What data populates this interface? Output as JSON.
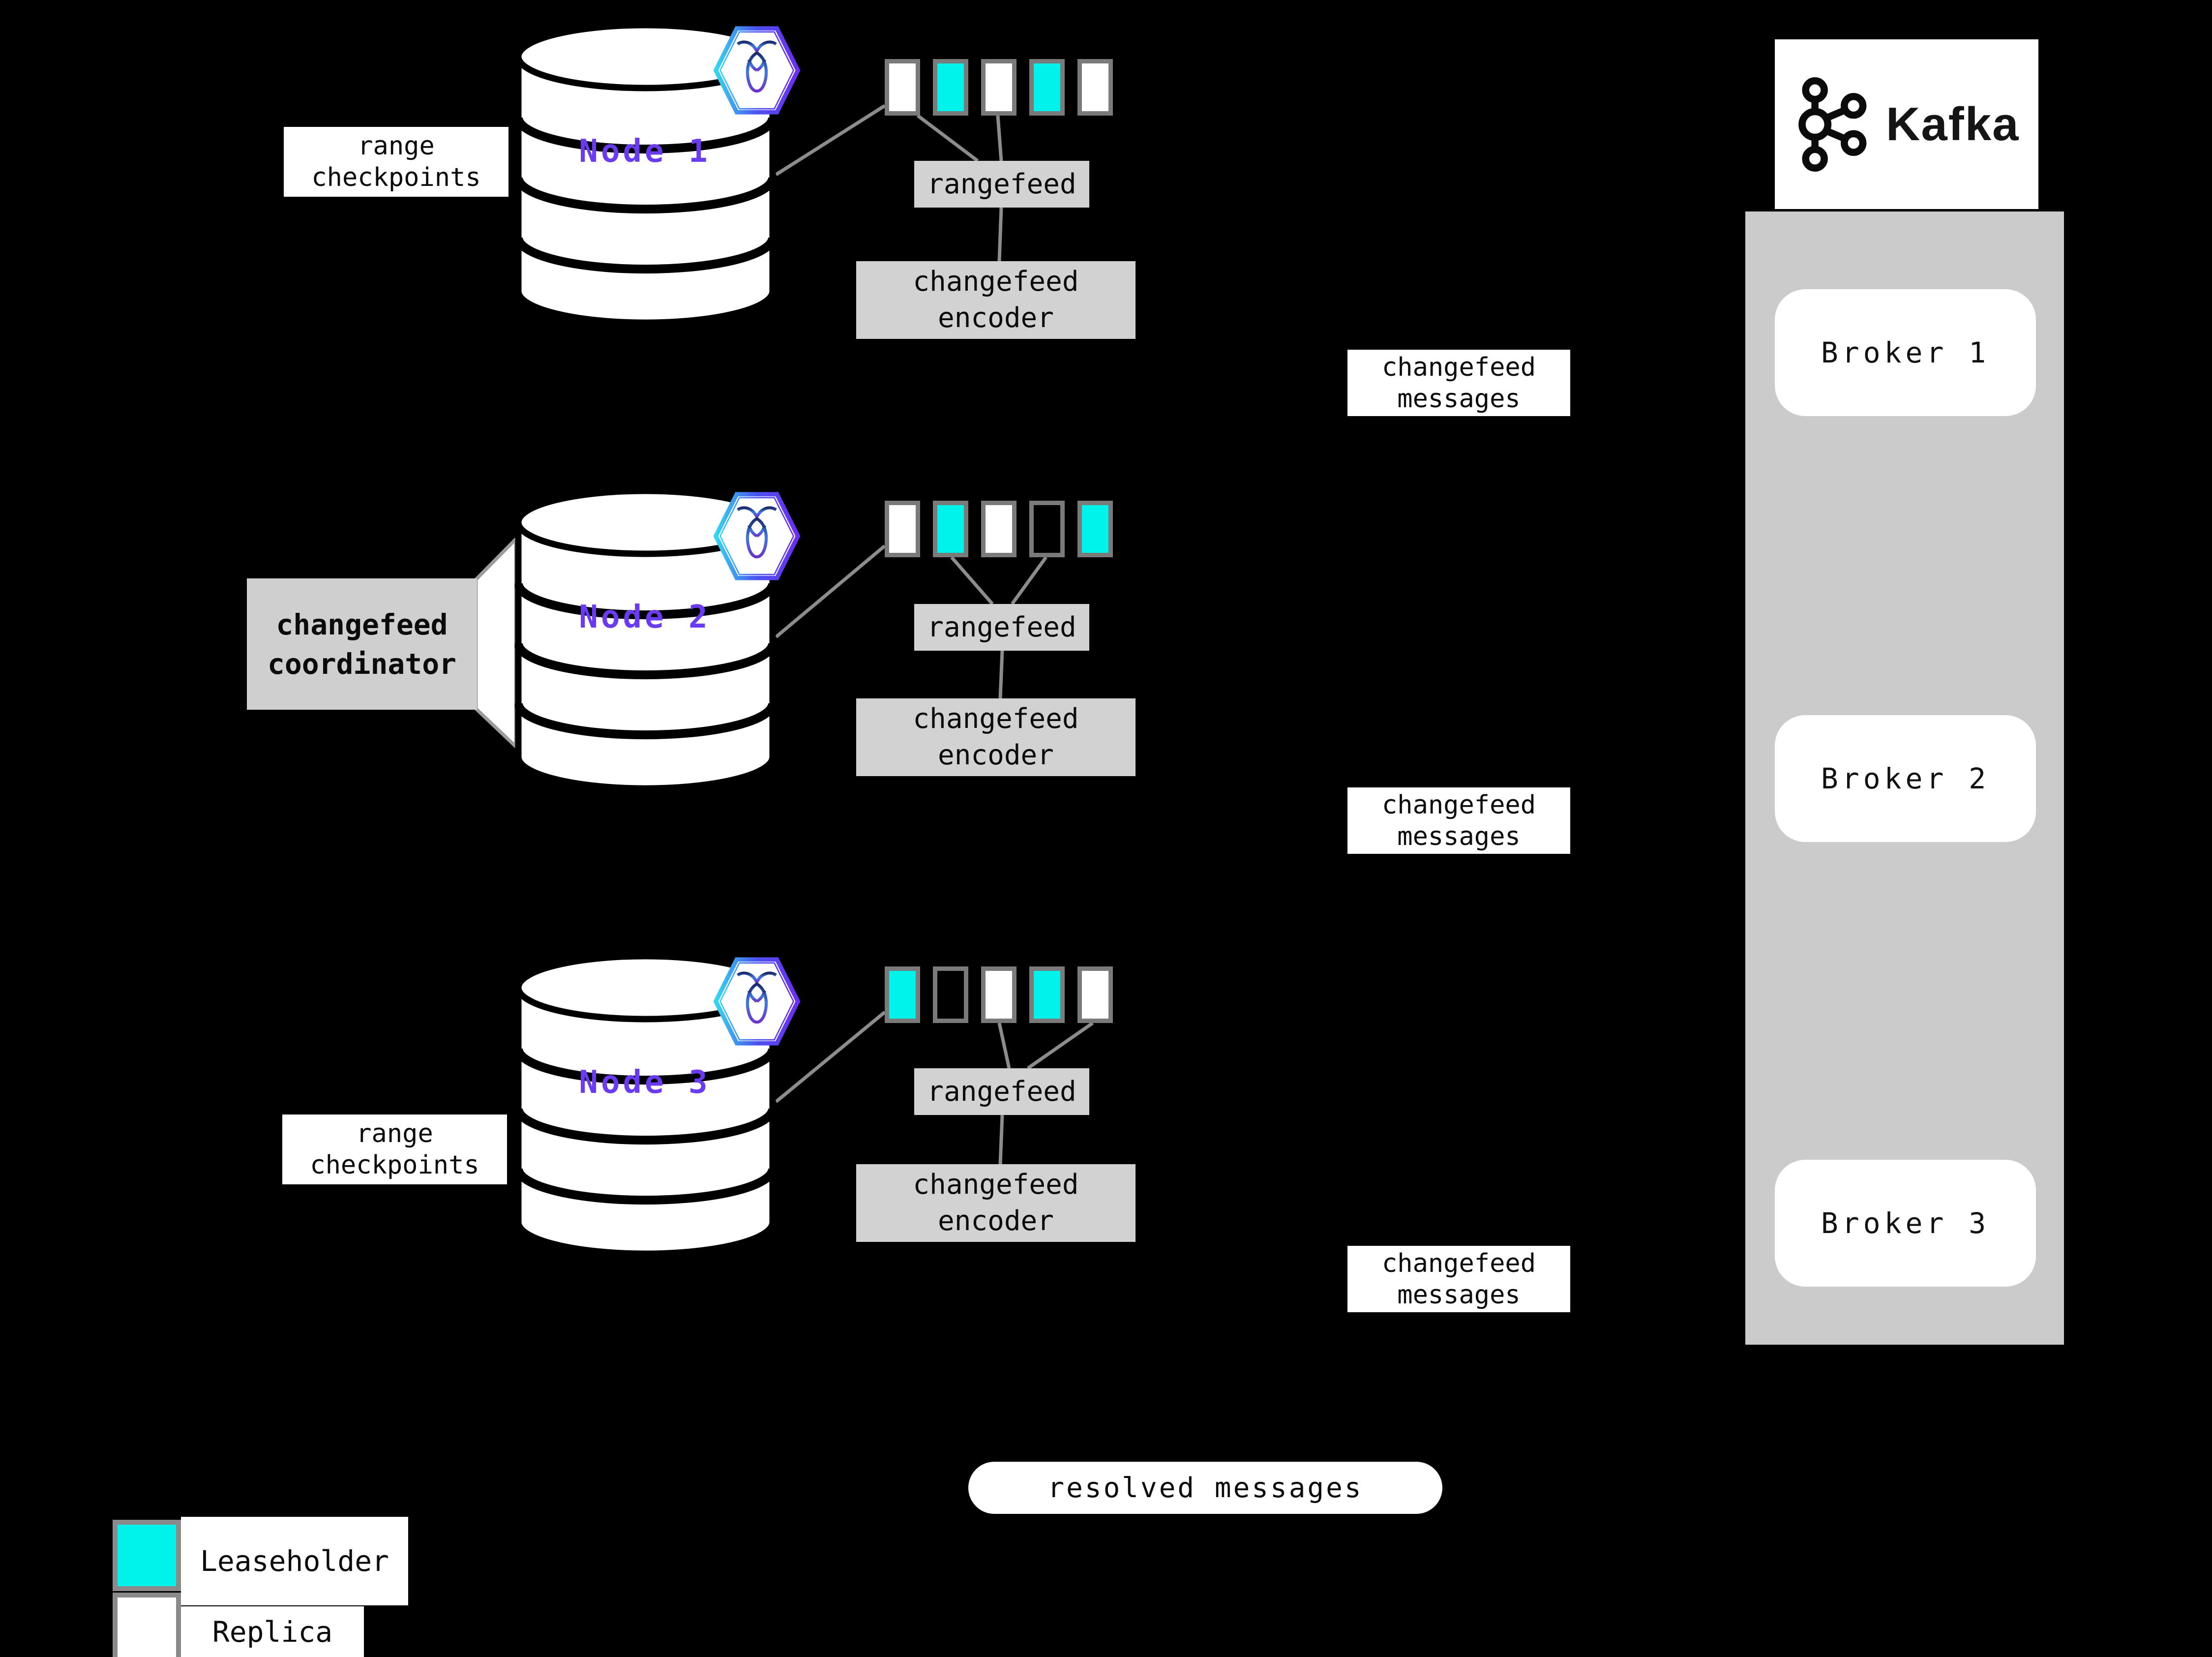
{
  "colors": {
    "background": "#000000",
    "leaseholder_teal": "#00f3ea",
    "replica_white": "#ffffff",
    "node_label_purple": "#6a3bf0",
    "process_box_gray": "#d2d2d2",
    "kafka_container_gray": "#cbcbcb",
    "range_border_gray": "#7a7a7a",
    "connector_gray": "#8c8c8c"
  },
  "nodes": [
    {
      "label": "Node 1",
      "checkpoint_label": {
        "line1": "range",
        "line2": "checkpoints"
      },
      "ranges": [
        "replica",
        "leaseholder",
        "replica",
        "leaseholder",
        "replica"
      ],
      "rangefeed_label": "rangefeed",
      "encoder_label": {
        "line1": "changefeed",
        "line2": "encoder"
      },
      "messages_label": {
        "line1": "changefeed",
        "line2": "messages"
      }
    },
    {
      "label": "Node 2",
      "coordinator_label": {
        "line1": "changefeed",
        "line2": "coordinator"
      },
      "ranges": [
        "replica",
        "leaseholder",
        "replica",
        "none",
        "leaseholder"
      ],
      "rangefeed_label": "rangefeed",
      "encoder_label": {
        "line1": "changefeed",
        "line2": "encoder"
      },
      "messages_label": {
        "line1": "changefeed",
        "line2": "messages"
      }
    },
    {
      "label": "Node 3",
      "checkpoint_label": {
        "line1": "range",
        "line2": "checkpoints"
      },
      "ranges": [
        "leaseholder",
        "none",
        "replica",
        "leaseholder",
        "replica"
      ],
      "rangefeed_label": "rangefeed",
      "encoder_label": {
        "line1": "changefeed",
        "line2": "encoder"
      },
      "messages_label": {
        "line1": "changefeed",
        "line2": "messages"
      }
    }
  ],
  "kafka": {
    "brand": "Kafka",
    "brokers": [
      "Broker 1",
      "Broker 2",
      "Broker 3"
    ]
  },
  "resolved_label": "resolved messages",
  "legend": {
    "items": [
      {
        "kind": "leaseholder",
        "label": "Leaseholder"
      },
      {
        "kind": "replica",
        "label": "Replica"
      }
    ]
  }
}
